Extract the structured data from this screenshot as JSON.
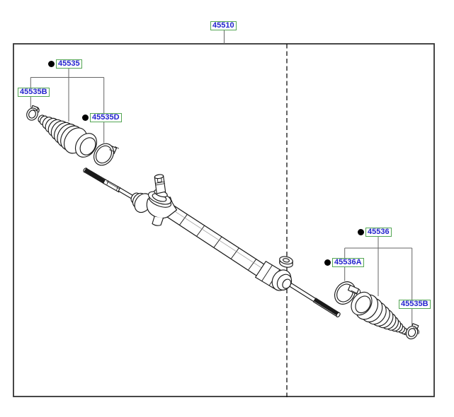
{
  "diagram": {
    "kind": "exploded-parts-diagram",
    "assembly": {
      "text": "45510"
    },
    "callouts": [
      {
        "text": "45535",
        "bulleted": true
      },
      {
        "text": "45535B",
        "bulleted": false
      },
      {
        "text": "45535D",
        "bulleted": true
      },
      {
        "text": "45536",
        "bulleted": true
      },
      {
        "text": "45536A",
        "bulleted": true
      },
      {
        "text": "45535B",
        "bulleted": false
      }
    ],
    "colors": {
      "label_text": "#2323cd",
      "label_border": "#54a654",
      "bullet": "#000000",
      "leader_line": "#666666",
      "drawing_outline": "#1a1a1a",
      "frame_border": "#333333"
    }
  }
}
